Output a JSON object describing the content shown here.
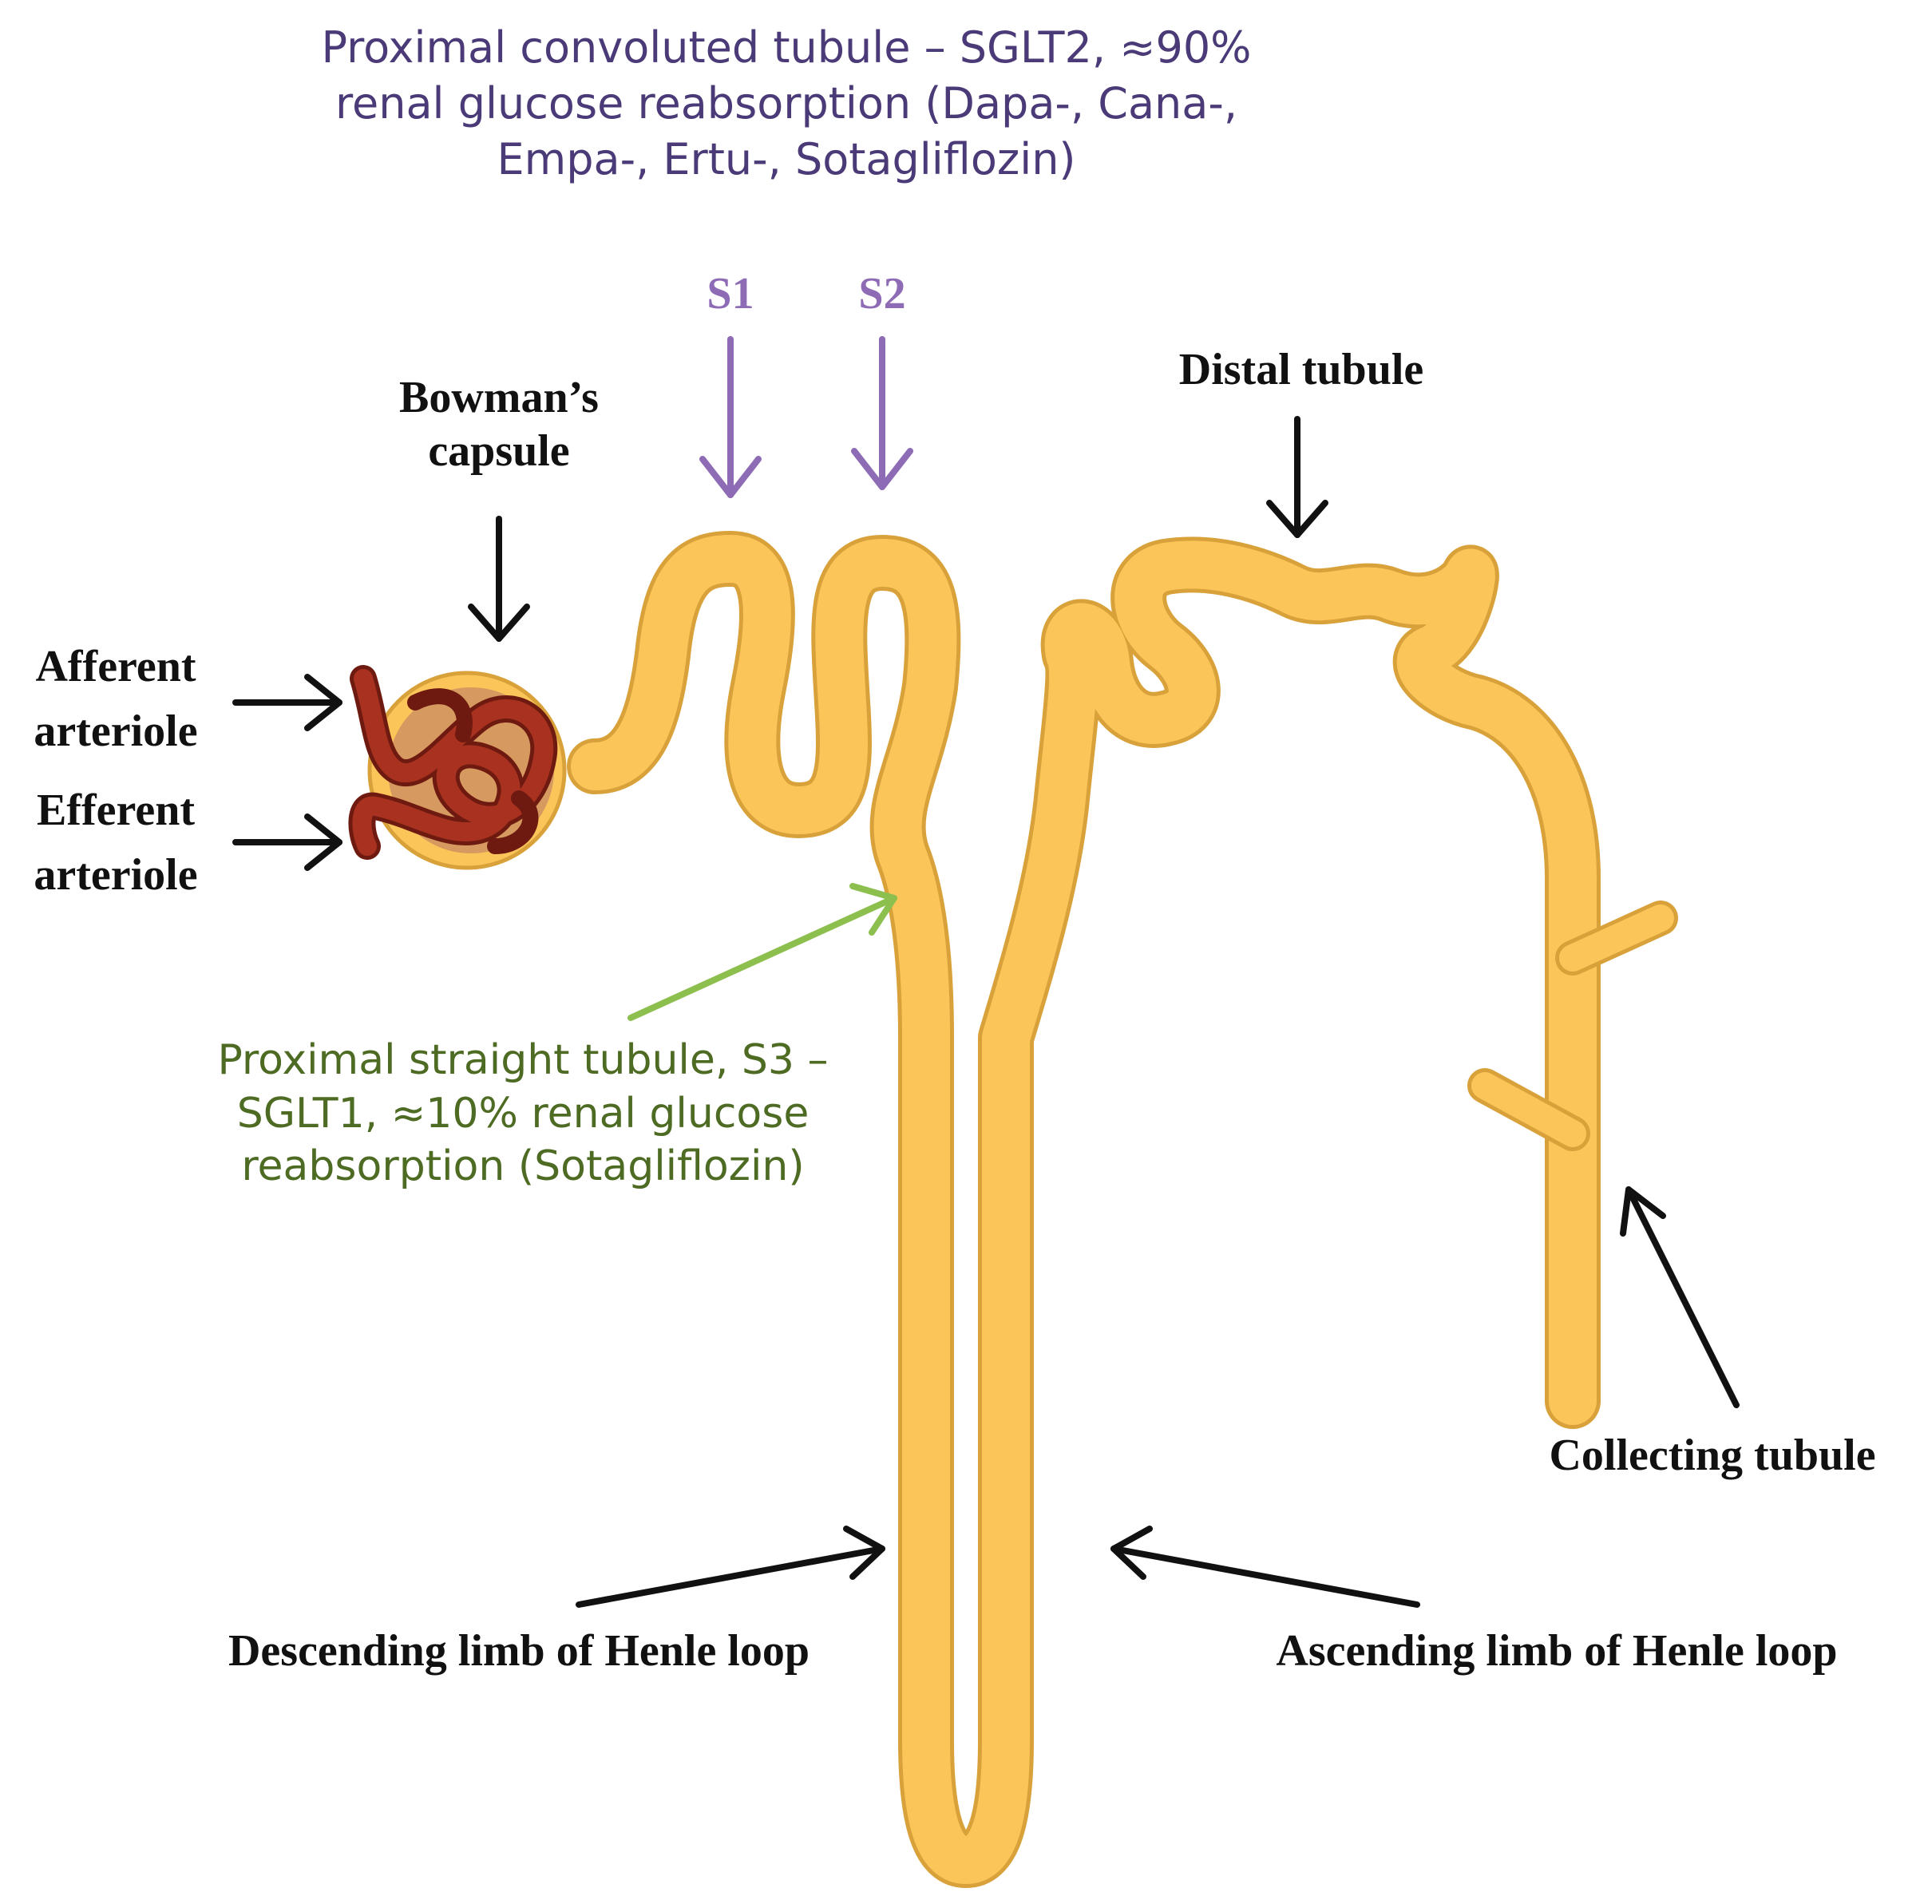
{
  "colors": {
    "tubule_fill": "#FBC55A",
    "tubule_stroke": "#D9A13A",
    "capsule_fill": "#D69A60",
    "capillary": "#A8321F",
    "capillary_dark": "#6E1A10",
    "arrow_black": "#111111",
    "arrow_purple": "#8E6BB5",
    "arrow_green": "#8DBF4F",
    "text_purple": "#4B3A78",
    "text_green": "#4D6B22"
  },
  "labels": {
    "pct_title": "Proximal convoluted tubule – SGLT2, ≈90%\nrenal glucose reabsorption (Dapa-, Cana-,\nEmpa-, Ertu-, Sotagliflozin)",
    "s1": "S1",
    "s2": "S2",
    "bowman": "Bowman’s\ncapsule",
    "distal": "Distal tubule",
    "afferent": "Afferent\narteriole",
    "efferent": "Efferent\narteriole",
    "pst": "Proximal straight tubule, S3 –\nSGLT1, ≈10% renal glucose\nreabsorption (Sotagliflozin)",
    "collecting": "Collecting tubule",
    "descending": "Descending limb of Henle loop",
    "ascending": "Ascending limb of Henle loop"
  }
}
